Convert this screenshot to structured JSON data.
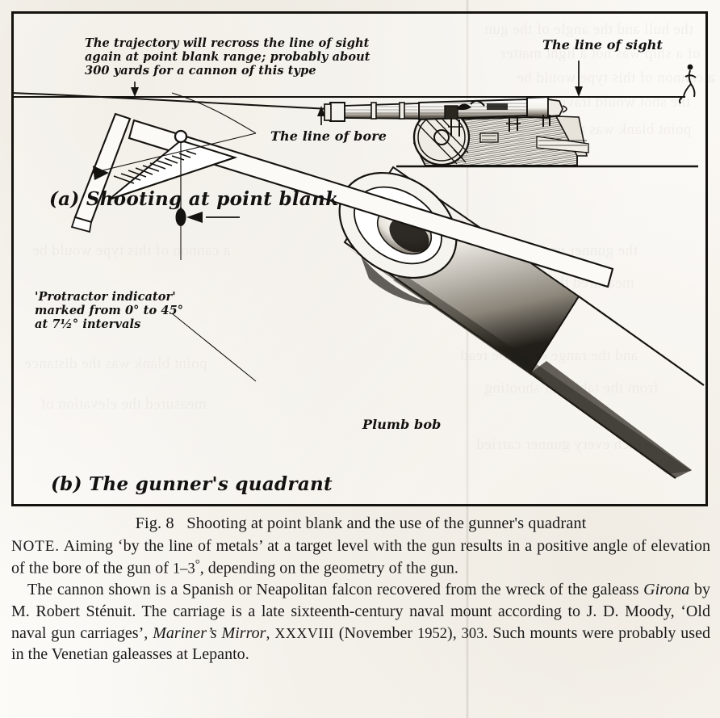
{
  "figure": {
    "frame_label": "figure-8-frame",
    "panel_a": {
      "label": "(a) Shooting at point blank",
      "annotations": {
        "trajectory": "The trajectory will recross the line of sight\nagain at point blank range; probably about\n300 yards for a cannon of this type",
        "line_of_sight": "The line of sight",
        "line_of_bore": "The line of bore"
      }
    },
    "panel_b": {
      "label": "(b) The gunner's quadrant",
      "annotations": {
        "protractor": "'Protractor indicator'\nmarked from 0° to 45°\nat 7½° intervals",
        "plumb_bob": "Plumb bob"
      }
    }
  },
  "caption": {
    "figure_number": "Fig. 8",
    "title": "Shooting at point blank and the use of the gunner's quadrant",
    "note_keyword": "NOTE.",
    "note_text_1": " Aiming ‘by the line of metals’ at a target level with the gun results in a positive angle of elevation of the bore of the gun of ",
    "note_angle": "1–3",
    "note_degree": "°",
    "note_text_2": ", depending on the geometry of the gun.",
    "body_1": "The cannon shown is a Spanish or Neapolitan falcon recovered from the wreck of the galeass ",
    "body_italic_1": "Girona",
    "body_2": " by M. Robert Sténuit. The carriage is a late sixteenth-century naval mount according to J. D. Moody, ‘Old naval gun carriages’, ",
    "body_italic_2": "Mariner’s Mirror",
    "body_3": ", ",
    "body_roman": "XXXVIII",
    "body_4": " (November ",
    "body_year": "1952",
    "body_5": "), ",
    "body_page": "303",
    "body_6": ". Such mounts were probably used in the Venetian galeasses at Lepanto."
  },
  "bleed_through": {
    "lines": [
      "the hull and the angle of the gun",
      "of a ship was not a light matter",
      "a cannon of this type would be",
      "the shot would travel in the air",
      "point blank was the distance",
      "the gunner used his quadrant",
      "measured the elevation of",
      "and the range could be read",
      "from the tables of shooting",
      "which every gunner carried"
    ]
  },
  "colors": {
    "ink": "#15130f",
    "paper": "#fbfaf7",
    "frame": "#15130f"
  }
}
